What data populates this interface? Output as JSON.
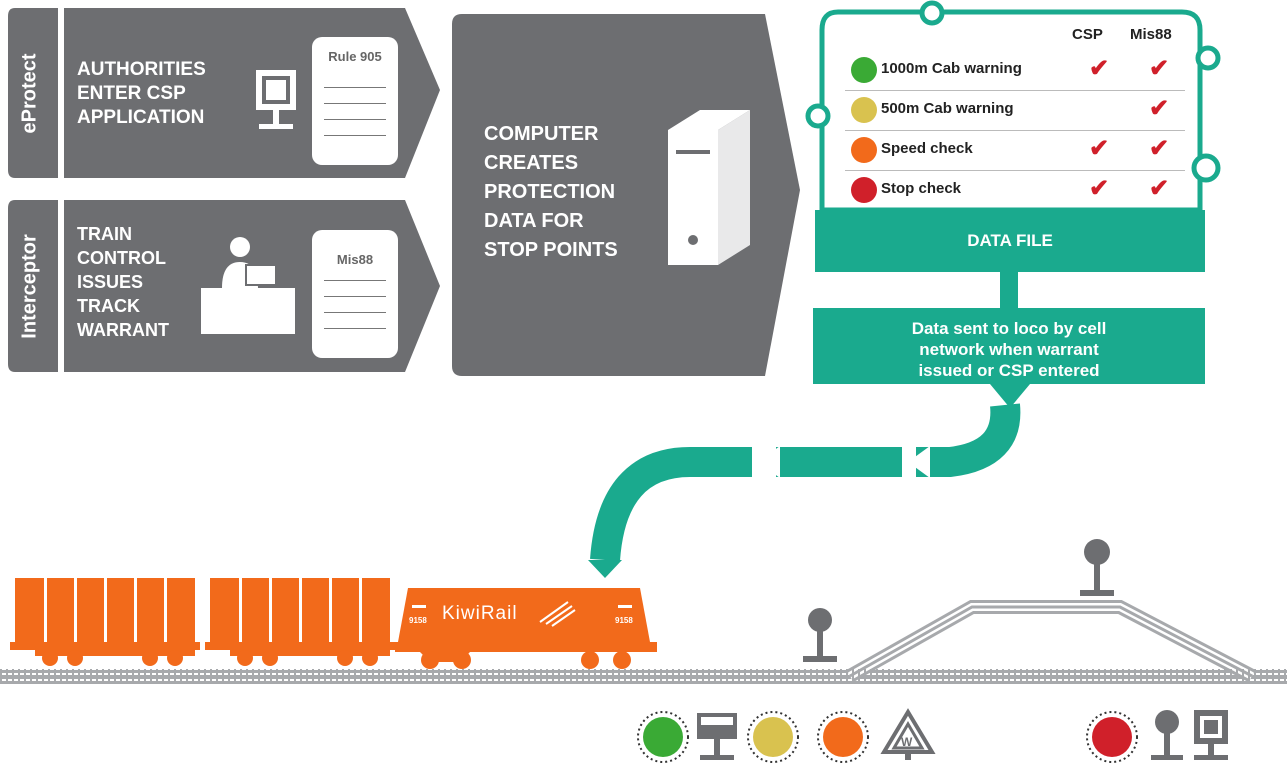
{
  "eprotect": {
    "side_label": "eProtect",
    "lines": [
      "AUTHORITIES",
      "ENTER CSP",
      "APPLICATION"
    ],
    "doc_title": "Rule 905"
  },
  "interceptor": {
    "side_label": "Interceptor",
    "lines": [
      "TRAIN",
      "CONTROL",
      "ISSUES",
      "TRACK",
      "WARRANT"
    ],
    "doc_title": "Mis88"
  },
  "computer": {
    "lines": [
      "COMPUTER",
      "CREATES",
      "PROTECTION",
      "DATA FOR",
      "STOP POINTS"
    ]
  },
  "data_table": {
    "columns": [
      "CSP",
      "Mis88"
    ],
    "rows": [
      {
        "label": "1000m Cab warning",
        "color": "#3aaa35",
        "csp": "✔",
        "mis88": "✔"
      },
      {
        "label": "500m Cab warning",
        "color": "#d9c24f",
        "csp": "",
        "mis88": "✔"
      },
      {
        "label": "Speed check",
        "color": "#f26a1b",
        "csp": "✔",
        "mis88": "✔"
      },
      {
        "label": "Stop check",
        "color": "#d0202a",
        "csp": "✔",
        "mis88": "✔"
      }
    ]
  },
  "data_file": {
    "label": "DATA FILE"
  },
  "data_sent": {
    "lines": [
      "Data sent to loco by cell",
      "network when warrant",
      "issued or CSP entered"
    ]
  },
  "train": {
    "brand": "KiwiRail",
    "number_left": "9158",
    "number_right": "9158"
  },
  "colors": {
    "panel_gray": "#6d6e71",
    "teal": "#1aaa8e",
    "wagon_orange": "#f26a1b",
    "track_gray": "#a7a9ac"
  },
  "legend_icons": [
    "green-signal-icon",
    "board-signal-icon",
    "yellow-signal-icon",
    "orange-signal-icon",
    "warning-triangle-icon",
    "red-signal-icon",
    "stop-signal-icon",
    "square-signal-icon"
  ]
}
